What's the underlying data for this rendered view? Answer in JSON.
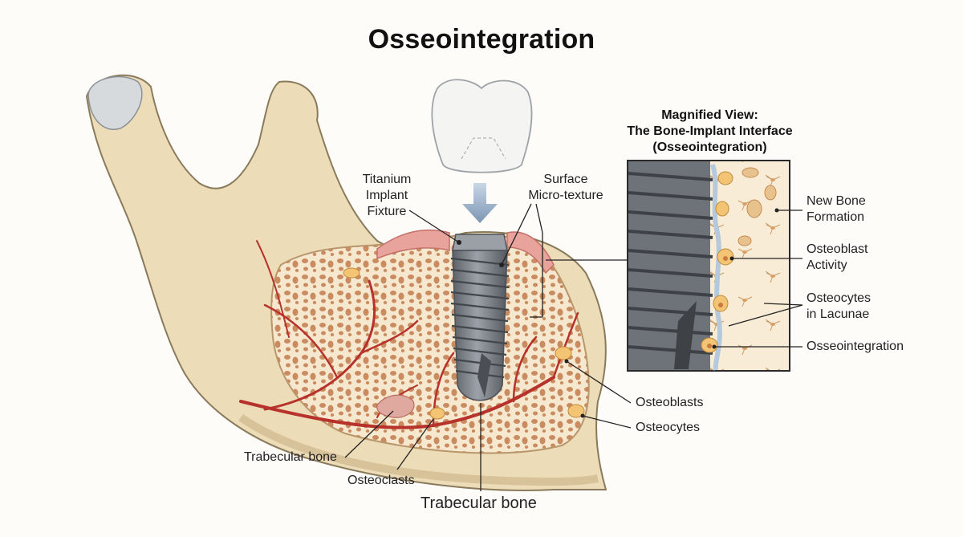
{
  "title": "Osseointegration",
  "magnified_view": {
    "title_lines": [
      "Magnified View:",
      "The Bone-Implant Interface",
      "(Osseointegration)"
    ]
  },
  "labels": {
    "titanium_implant_fixture": [
      "Titanium",
      "Implant",
      "Fixture"
    ],
    "surface_micro_texture": [
      "Surface",
      "Micro-texture"
    ],
    "new_bone_formation": [
      "New Bone",
      "Formation"
    ],
    "osteoblast_activity": [
      "Osteoblast",
      "Activity"
    ],
    "osteocytes_in_lacunae": [
      "Osteocytes",
      "in Lacunae"
    ],
    "osseointegration": "Osseointegration",
    "osteoblasts": "Osteoblasts",
    "osteocytes": "Osteocytes",
    "trabecular_bone_left": "Trabecular bone",
    "osteoclasts": "Osteoclasts",
    "trabecular_bone_bottom": "Trabecular bone"
  },
  "colors": {
    "bone": "#eddcb8",
    "bone_outline": "#8a7a5c",
    "marrow": "#f4e4c8",
    "trabecular_pore": "#c98b5f",
    "gum": "#e8a39c",
    "blood_vessel": "#b8322c",
    "implant": "#7d8289",
    "crown": "#f4f4f2",
    "arrow": "#8aa3bf"
  }
}
